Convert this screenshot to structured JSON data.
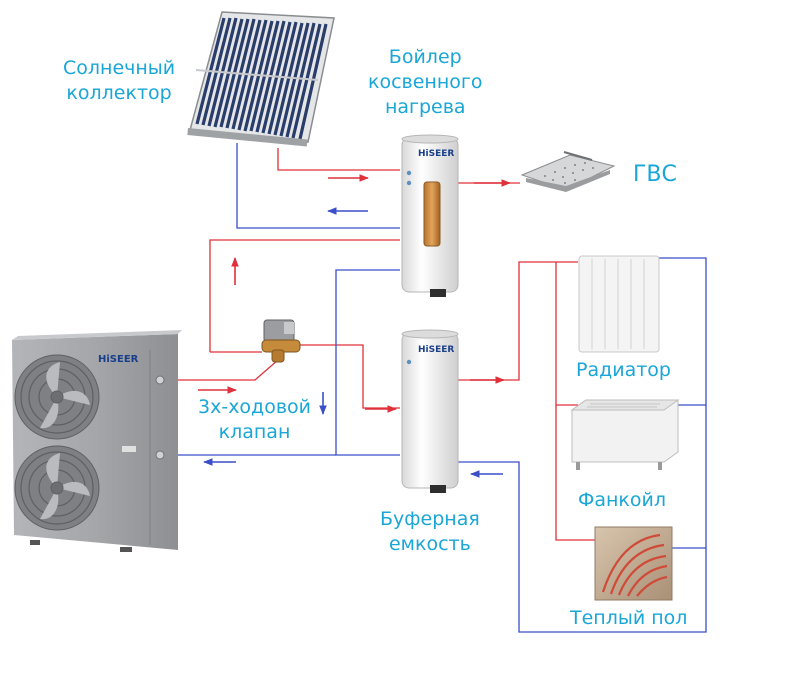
{
  "labels": {
    "solar_collector": [
      "Солнечный",
      "коллектор"
    ],
    "boiler": [
      "Бойлер",
      "косвенного",
      "нагрева"
    ],
    "hot_water": "ГВС",
    "radiator": "Радиатор",
    "valve": [
      "3х-ходовой",
      "клапан"
    ],
    "fancoil": "Фанкойл",
    "buffer_tank": [
      "Буферная",
      "емкость"
    ],
    "floor_heating": "Теплый пол"
  },
  "brand": "HiSEER",
  "colors": {
    "label": "#1aa6d6",
    "supply_line": "#e0303a",
    "return_line": "#3a4fc8",
    "unit_body": "#9a9c9f",
    "tank_body": "#eeeeee"
  }
}
